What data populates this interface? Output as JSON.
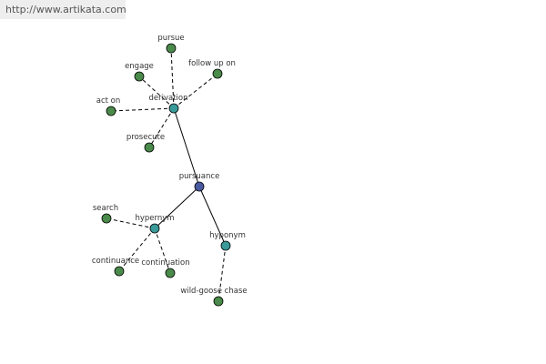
{
  "watermark": "http://www.artikata.com",
  "colors": {
    "center": "#4a5aa0",
    "relation": "#3a9a9a",
    "word": "#4a8a4a"
  },
  "nodes": [
    {
      "id": "pursuance",
      "label": "pursuance",
      "kind": "center"
    },
    {
      "id": "derivation",
      "label": "derivation",
      "kind": "relation"
    },
    {
      "id": "hypernym",
      "label": "hypernym",
      "kind": "relation"
    },
    {
      "id": "hyponym",
      "label": "hyponym",
      "kind": "relation"
    },
    {
      "id": "pursue",
      "label": "pursue",
      "kind": "word"
    },
    {
      "id": "engage",
      "label": "engage",
      "kind": "word"
    },
    {
      "id": "follow-up-on",
      "label": "follow up on",
      "kind": "word"
    },
    {
      "id": "act-on",
      "label": "act on",
      "kind": "word"
    },
    {
      "id": "prosecute",
      "label": "prosecute",
      "kind": "word"
    },
    {
      "id": "search",
      "label": "search",
      "kind": "word"
    },
    {
      "id": "continuance",
      "label": "continuance",
      "kind": "word"
    },
    {
      "id": "continuation",
      "label": "continuation",
      "kind": "word"
    },
    {
      "id": "wild-goose-chase",
      "label": "wild-goose chase",
      "kind": "word"
    }
  ],
  "edges": [
    {
      "from": "pursuance",
      "to": "derivation",
      "style": "solid"
    },
    {
      "from": "pursuance",
      "to": "hypernym",
      "style": "solid"
    },
    {
      "from": "pursuance",
      "to": "hyponym",
      "style": "solid"
    },
    {
      "from": "derivation",
      "to": "pursue",
      "style": "dashed"
    },
    {
      "from": "derivation",
      "to": "engage",
      "style": "dashed"
    },
    {
      "from": "derivation",
      "to": "follow-up-on",
      "style": "dashed"
    },
    {
      "from": "derivation",
      "to": "act-on",
      "style": "dashed"
    },
    {
      "from": "derivation",
      "to": "prosecute",
      "style": "dashed"
    },
    {
      "from": "hypernym",
      "to": "search",
      "style": "dashed"
    },
    {
      "from": "hypernym",
      "to": "continuance",
      "style": "dashed"
    },
    {
      "from": "hypernym",
      "to": "continuation",
      "style": "dashed"
    },
    {
      "from": "hyponym",
      "to": "wild-goose-chase",
      "style": "dashed"
    }
  ]
}
